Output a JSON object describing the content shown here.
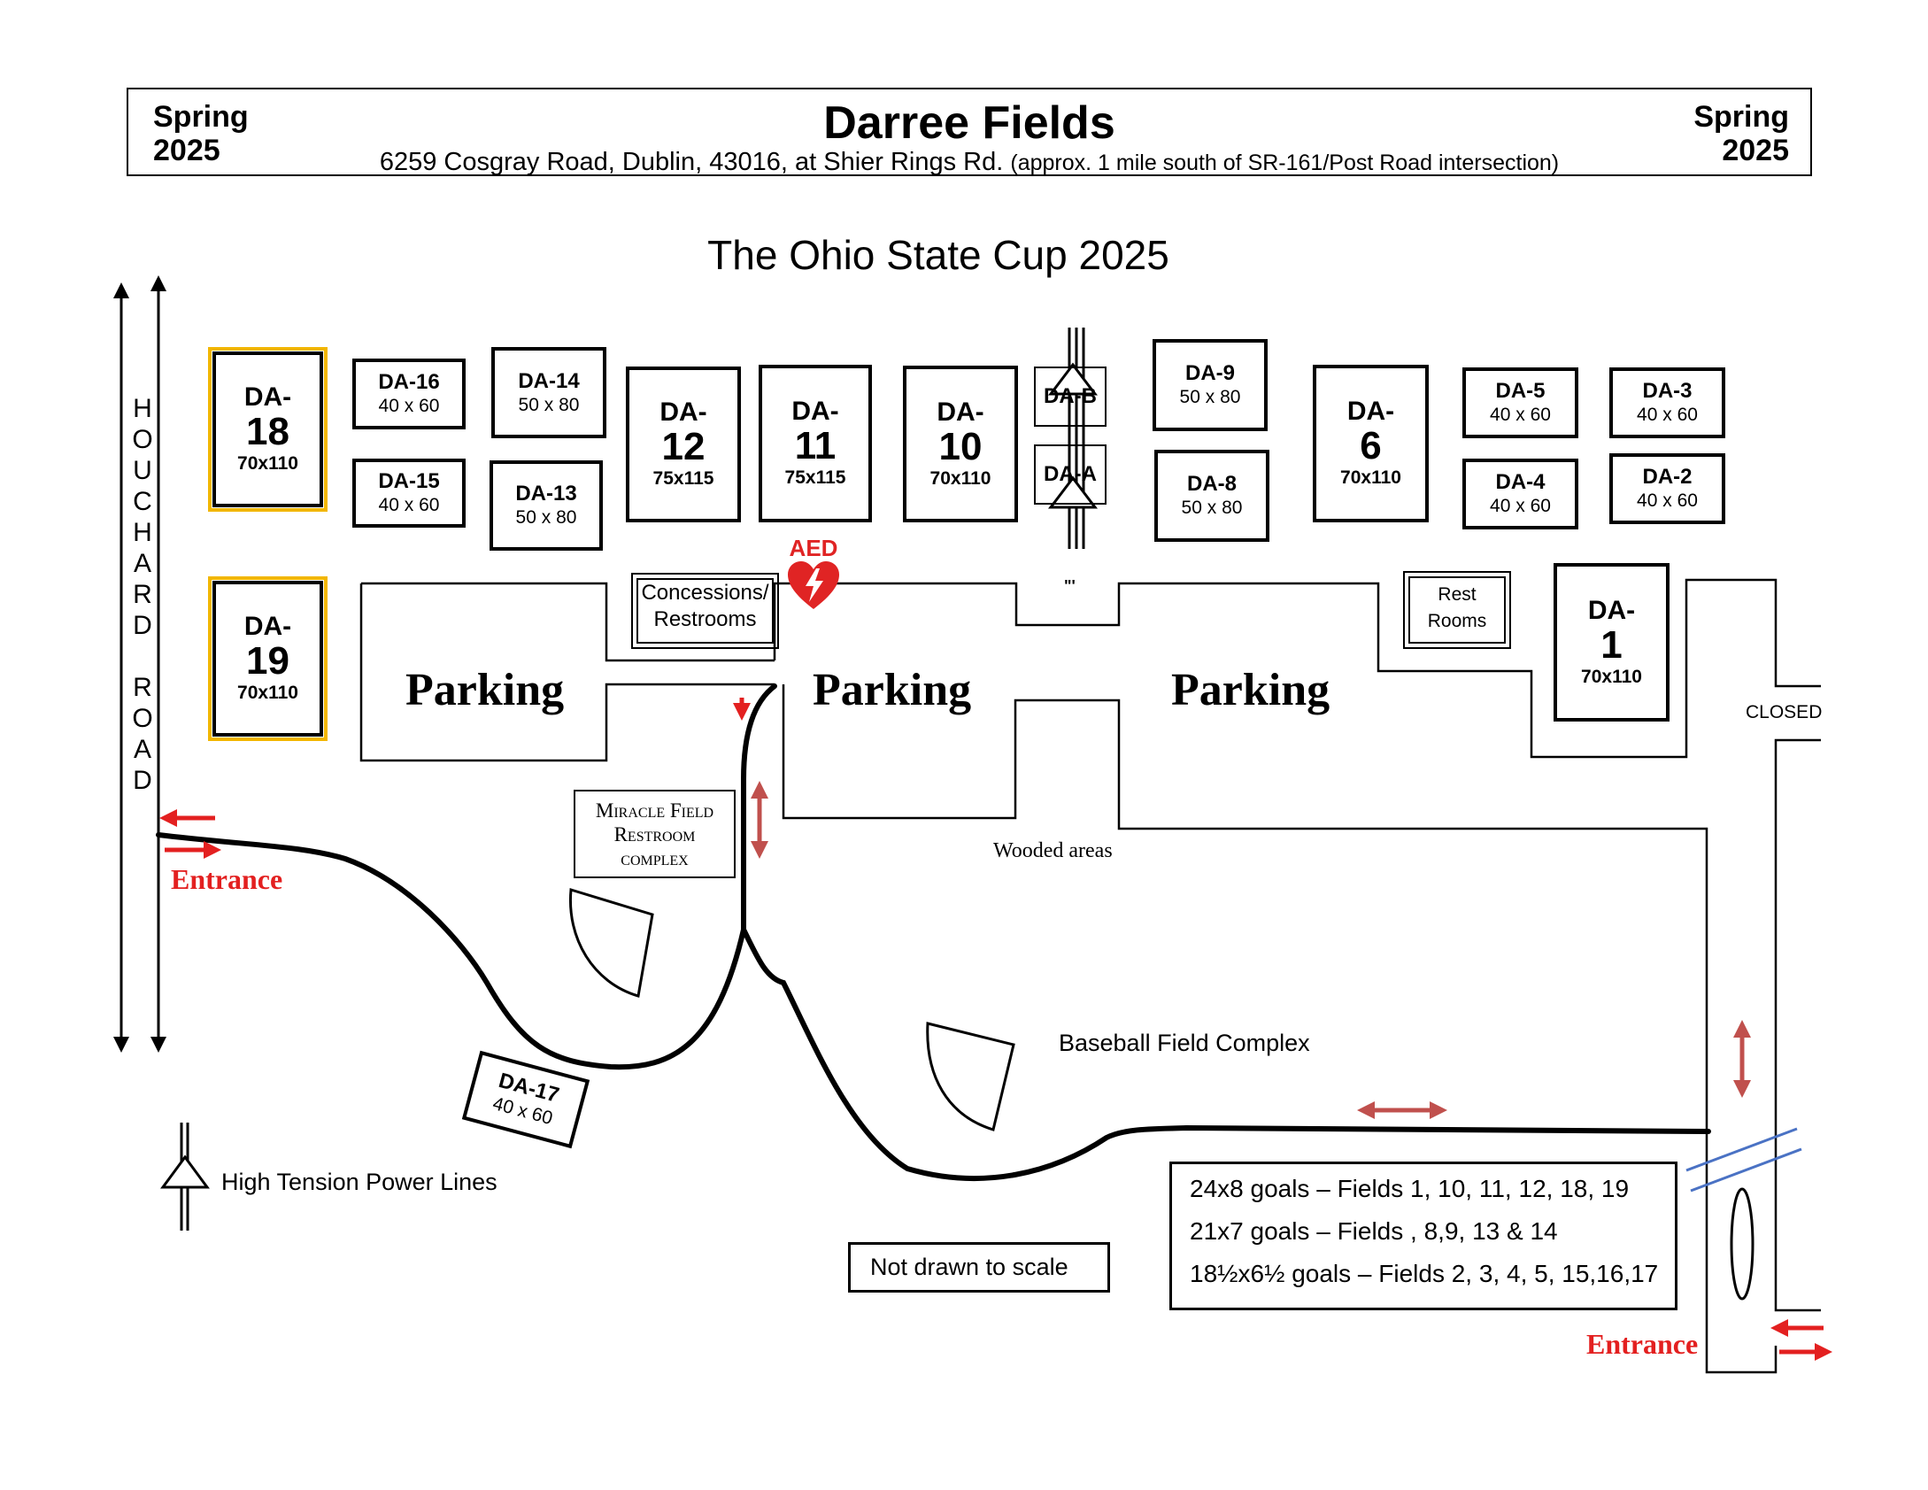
{
  "header": {
    "left_season": "Spring",
    "left_year": "2025",
    "right_season": "Spring",
    "right_year": "2025",
    "title": "Darree Fields",
    "address": "6259 Cosgray Road, Dublin, 43016, at Shier Rings Rd.",
    "address_note": "(approx. 1 mile south of SR-161/Post Road intersection)"
  },
  "event_title": "The Ohio State Cup 2025",
  "road": {
    "letters": [
      "H",
      "O",
      "U",
      "C",
      "H",
      "A",
      "R",
      "D",
      "",
      "R",
      "O",
      "A",
      "D"
    ]
  },
  "fields": {
    "da18": {
      "code": "DA-",
      "num": "18",
      "size": "70x110"
    },
    "da19": {
      "code": "DA-",
      "num": "19",
      "size": "70x110"
    },
    "da16": {
      "code": "DA-16",
      "size": "40 x 60"
    },
    "da15": {
      "code": "DA-15",
      "size": "40 x 60"
    },
    "da14": {
      "code": "DA-14",
      "size": "50 x 80"
    },
    "da13": {
      "code": "DA-13",
      "size": "50 x 80"
    },
    "da12": {
      "code": "DA-",
      "num": "12",
      "size": "75x115"
    },
    "da11": {
      "code": "DA-",
      "num": "11",
      "size": "75x115"
    },
    "da10": {
      "code": "DA-",
      "num": "10",
      "size": "70x110"
    },
    "dab": {
      "code": "DA-B"
    },
    "daa": {
      "code": "DA-A"
    },
    "da9": {
      "code": "DA-9",
      "size": "50 x 80"
    },
    "da8": {
      "code": "DA-8",
      "size": "50 x 80"
    },
    "da6": {
      "code": "DA-",
      "num": "6",
      "size": "70x110"
    },
    "da5": {
      "code": "DA-5",
      "size": "40 x 60"
    },
    "da4": {
      "code": "DA-4",
      "size": "40 x 60"
    },
    "da3": {
      "code": "DA-3",
      "size": "40 x 60"
    },
    "da2": {
      "code": "DA-2",
      "size": "40 x 60"
    },
    "da1": {
      "code": "DA-",
      "num": "1",
      "size": "70x110"
    },
    "da17": {
      "code": "DA-17",
      "size": "40 x 60"
    }
  },
  "facilities": {
    "concessions_line1": "Concessions/",
    "concessions_line2": "Restrooms",
    "aed": "AED",
    "rest_line1": "Rest",
    "rest_line2": "Rooms",
    "miracle_line1": "Miracle Field",
    "miracle_line2": "Restroom",
    "miracle_line3": "complex"
  },
  "parking": {
    "label": "Parking"
  },
  "labels": {
    "wooded": "Wooded areas",
    "baseball": "Baseball Field Complex",
    "closed": "CLOSED",
    "entrance": "Entrance",
    "power_lines": "High Tension Power Lines",
    "not_to_scale": "Not drawn to scale",
    "small_mark": "\"'"
  },
  "goals": [
    "24x8 goals – Fields 1, 10, 11, 12, 18, 19",
    "21x7 goals – Fields      ,      8,9, 13 & 14",
    "18½x6½ goals – Fields 2, 3, 4, 5, 15,16,17"
  ],
  "colors": {
    "gold_border": "#f2b600",
    "entrance_red": "#e32020",
    "traffic_arrow": "#c0504d",
    "aed_red": "#e02424",
    "crossing_blue": "#4a72c4"
  }
}
